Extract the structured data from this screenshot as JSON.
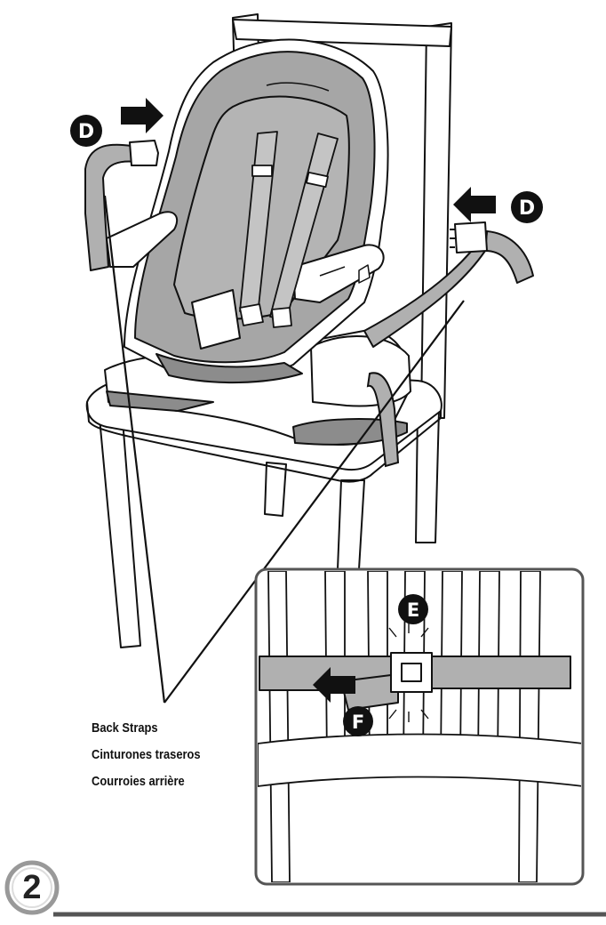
{
  "step_number": "2",
  "callout": {
    "lines": [
      "Back Straps",
      "Cinturones traseros",
      "Courroies arrière"
    ]
  },
  "markers": {
    "d_left": "D",
    "d_right": "D",
    "e": "E",
    "f": "F"
  },
  "colors": {
    "strap_fill": "#b0b0b0",
    "seat_fill": "#9a9a9a",
    "line": "#111111",
    "marker_fill": "#111111"
  }
}
